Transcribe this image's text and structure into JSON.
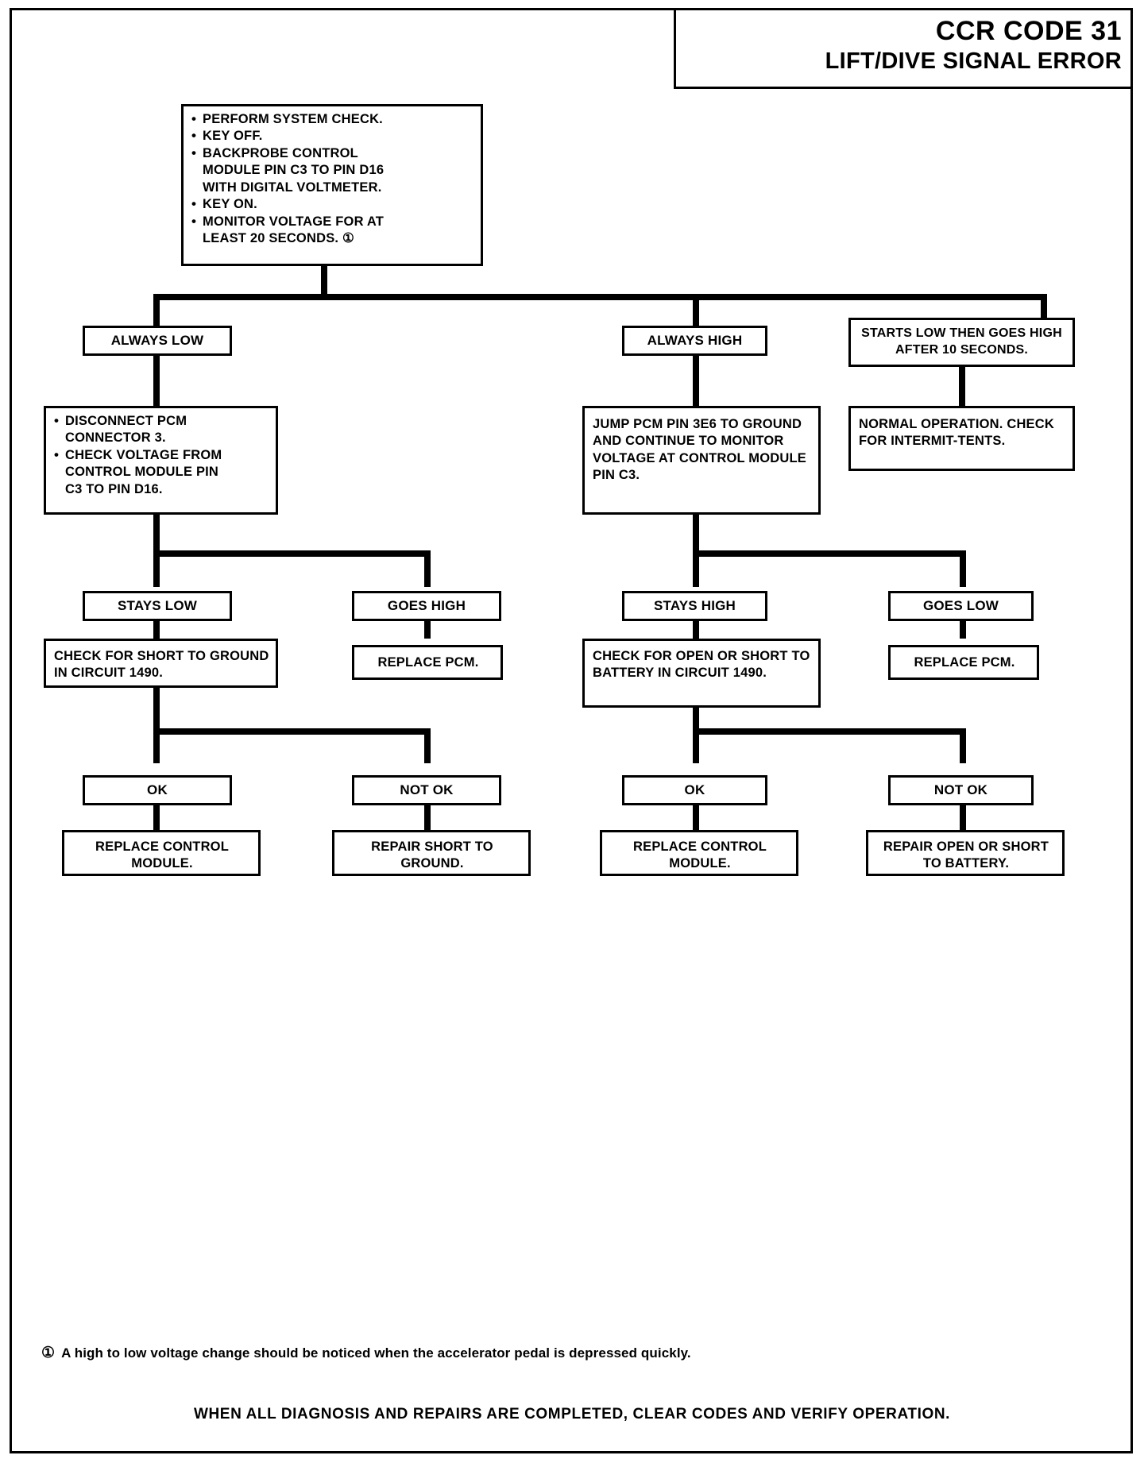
{
  "title": {
    "main": "CCR CODE 31",
    "sub": "LIFT/DIVE SIGNAL ERROR"
  },
  "nodes": {
    "start": {
      "items": [
        "PERFORM SYSTEM CHECK.",
        "KEY OFF.",
        "BACKPROBE CONTROL",
        "MODULE PIN C3 TO PIN D16",
        "WITH DIGITAL VOLTMETER.",
        "KEY ON.",
        "MONITOR VOLTAGE FOR AT",
        "LEAST 20 SECONDS.  ①"
      ]
    },
    "branch_always_low": "ALWAYS LOW",
    "branch_always_high": "ALWAYS HIGH",
    "branch_starts_low": "STARTS LOW THEN GOES HIGH AFTER 10 SECONDS.",
    "left_action": {
      "l1": "DISCONNECT PCM",
      "l2": "CONNECTOR 3.",
      "l3": "CHECK VOLTAGE FROM",
      "l4": "CONTROL MODULE PIN",
      "l5": "C3 TO PIN D16."
    },
    "mid_action": "JUMP PCM PIN 3E6 TO GROUND AND CONTINUE TO MONITOR VOLTAGE AT CONTROL MODULE PIN C3.",
    "normal_operation": "NORMAL OPERATION. CHECK FOR INTERMIT-TENTS.",
    "stays_low": "STAYS LOW",
    "goes_high": "GOES HIGH",
    "stays_high": "STAYS HIGH",
    "goes_low": "GOES LOW",
    "check_short_ground": "CHECK FOR SHORT TO GROUND IN CIRCUIT 1490.",
    "replace_pcm_left": "REPLACE PCM.",
    "check_open_short_batt": "CHECK FOR OPEN OR SHORT TO BATTERY IN CIRCUIT 1490.",
    "replace_pcm_right": "REPLACE PCM.",
    "ok_left": "OK",
    "not_ok_left": "NOT OK",
    "ok_right": "OK",
    "not_ok_right": "NOT OK",
    "replace_control_module_left": "REPLACE CONTROL MODULE.",
    "repair_short_ground": "REPAIR SHORT TO GROUND.",
    "replace_control_module_right": "REPLACE CONTROL MODULE.",
    "repair_open_short_batt": "REPAIR OPEN OR SHORT TO BATTERY."
  },
  "footnote": {
    "marker": "①",
    "text": "A high to low voltage change should be noticed when the accelerator pedal is depressed quickly."
  },
  "bottom_banner": "WHEN ALL DIAGNOSIS AND REPAIRS ARE COMPLETED, CLEAR CODES AND VERIFY OPERATION."
}
